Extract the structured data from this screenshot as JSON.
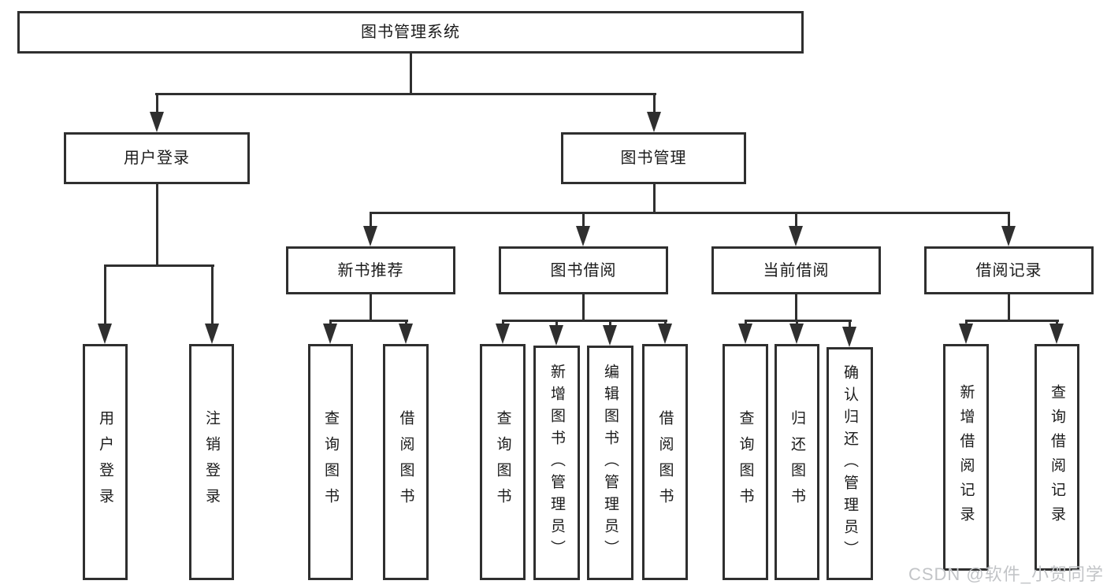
{
  "tree": {
    "label": "图书管理系统",
    "children": [
      {
        "label": "用户登录",
        "children": [
          {
            "label": "用户登录"
          },
          {
            "label": "注销登录"
          }
        ]
      },
      {
        "label": "图书管理",
        "children": [
          {
            "label": "新书推荐",
            "children": [
              {
                "label": "查询图书"
              },
              {
                "label": "借阅图书"
              }
            ]
          },
          {
            "label": "图书借阅",
            "children": [
              {
                "label": "查询图书"
              },
              {
                "label": "新增图书（管理员）"
              },
              {
                "label": "编辑图书（管理员）"
              },
              {
                "label": "借阅图书"
              }
            ]
          },
          {
            "label": "当前借阅",
            "children": [
              {
                "label": "查询图书"
              },
              {
                "label": "归还图书"
              },
              {
                "label": "确认归还（管理员）"
              }
            ]
          },
          {
            "label": "借阅记录",
            "children": [
              {
                "label": "新增借阅记录"
              },
              {
                "label": "查询借阅记录"
              }
            ]
          }
        ]
      }
    ]
  },
  "watermark": "CSDN @软件_小贺同学",
  "colors": {
    "line": "#2f2f2f",
    "background": "#ffffff",
    "watermark": "#c2c4c7"
  }
}
